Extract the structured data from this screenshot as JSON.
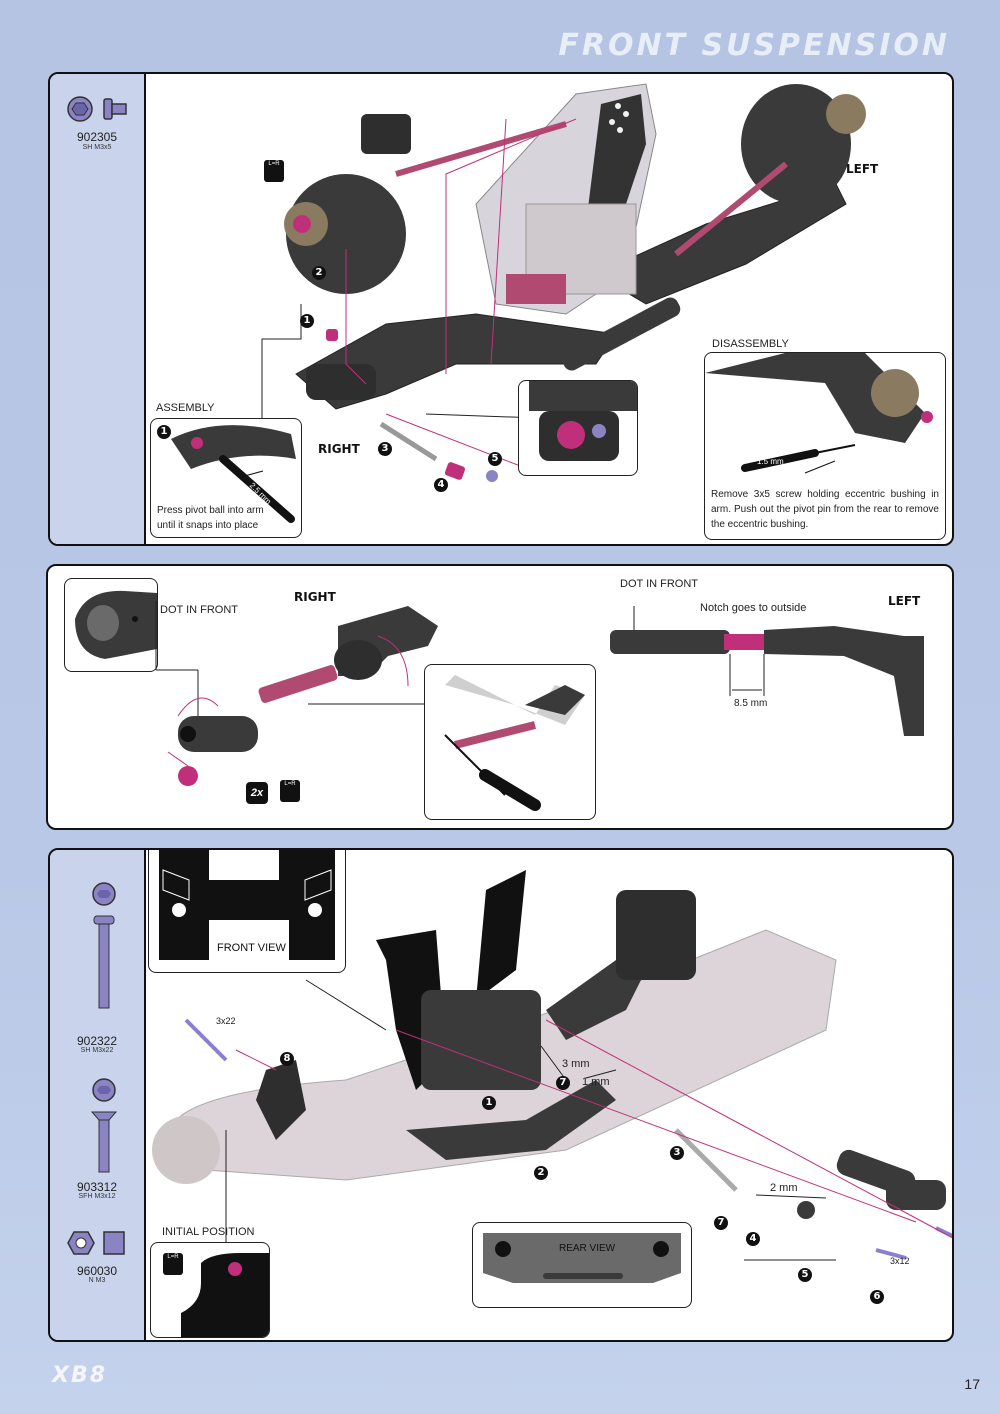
{
  "page": {
    "title": "FRONT SUSPENSION",
    "page_number": "17",
    "logo": "XB8"
  },
  "panel1": {
    "part": {
      "number": "902305",
      "spec": "SH M3x5"
    },
    "labels": {
      "left": "LEFT",
      "right": "RIGHT",
      "assembly": "ASSEMBLY",
      "disassembly": "DISASSEMBLY",
      "assembly_note": "Press pivot ball into arm until it snaps into place",
      "disassembly_note": "Remove 3x5 screw holding eccentric bushing in arm. Push out the pivot pin from the rear to remove the eccentric bushing.",
      "tool_assembly": "2.5 mm",
      "tool_disassembly": "1.5 mm"
    },
    "steps": [
      "1",
      "2",
      "3",
      "4",
      "5"
    ]
  },
  "panel2": {
    "labels": {
      "right": "RIGHT",
      "left": "LEFT",
      "dot_front_1": "DOT IN FRONT",
      "dot_front_2": "DOT IN FRONT",
      "notch": "Notch goes to outside",
      "dimension": "8.5 mm",
      "multiplier": "2x"
    }
  },
  "panel3": {
    "parts": [
      {
        "number": "902322",
        "spec": "SH M3x22"
      },
      {
        "number": "903312",
        "spec": "SFH M3x12"
      },
      {
        "number": "960030",
        "spec": "N M3"
      }
    ],
    "labels": {
      "front_view": "FRONT VIEW",
      "rear_view": "REAR VIEW",
      "initial_position": "INITIAL POSITION",
      "screw_a": "3x22",
      "screw_b": "3x12",
      "shim_3": "3 mm",
      "shim_1": "1 mm",
      "shim_2": "2 mm"
    },
    "steps": [
      "1",
      "2",
      "3",
      "4",
      "5",
      "6",
      "7",
      "7",
      "8"
    ]
  },
  "lr_badge": "L=R",
  "colors": {
    "accent": "#c0307a",
    "screw": "#8c7fd0",
    "bg": "#b8c8e6"
  }
}
